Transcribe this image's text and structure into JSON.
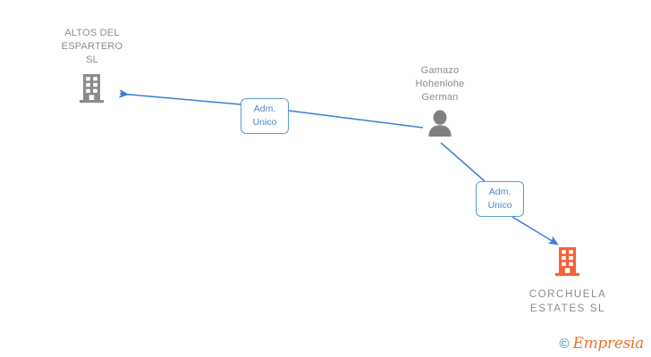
{
  "graph": {
    "nodes": [
      {
        "id": "altos",
        "type": "company",
        "icon": "building-icon",
        "color": "#8c8c8c",
        "label": "ALTOS DEL\nESPARTERO\nSL"
      },
      {
        "id": "person",
        "type": "person",
        "icon": "person-icon",
        "color": "#7f7f7f",
        "label": "Gamazo\nHohenlohe\nGerman"
      },
      {
        "id": "corchuela",
        "type": "company",
        "icon": "building-icon",
        "color": "#f4633a",
        "label": "CORCHUELA\nESTATES  SL"
      }
    ],
    "edges": [
      {
        "id": "edge-1",
        "from": "person",
        "to": "altos",
        "label": "Adm.\nUnico",
        "color": "#4a86c8"
      },
      {
        "id": "edge-2",
        "from": "person",
        "to": "corchuela",
        "label": "Adm.\nUnico",
        "color": "#4a86c8"
      }
    ]
  },
  "watermark": {
    "copyright": "©",
    "brand": "Empresia"
  }
}
